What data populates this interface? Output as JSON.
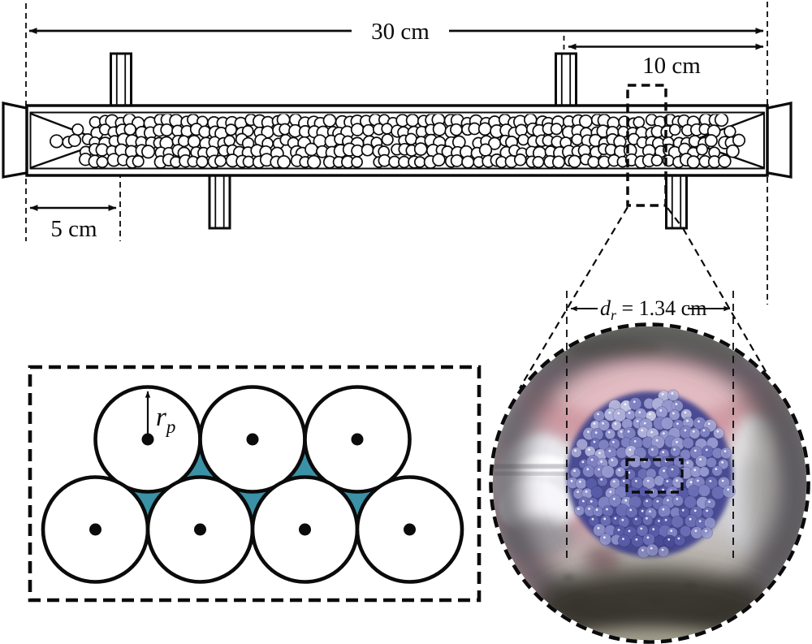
{
  "reactor": {
    "dim_overall": "30 cm",
    "dim_port_span": "10 cm",
    "dim_inlet": "5 cm"
  },
  "inset": {
    "particle_radius_symbol": "r",
    "particle_radius_subscript": "p",
    "void_color": "#3b92a6"
  },
  "photo": {
    "diameter_symbol": "d",
    "diameter_subscript": "r",
    "diameter_value": " = 1.34 cm",
    "bead_palette": [
      "#4a4c97",
      "#595ca8",
      "#6c6fb6",
      "#8184c4",
      "#989bd1",
      "#b1b3dd",
      "#c8c9e7"
    ],
    "flesh_color": "#cf9aa3",
    "metal_rim_color": "#6e6a63",
    "highlight_color": "#f2f1f4"
  }
}
